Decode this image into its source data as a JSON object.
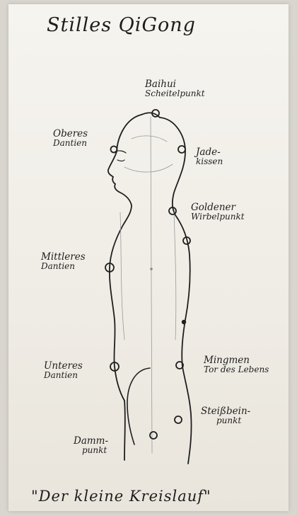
{
  "title": "Stilles QiGong",
  "caption": "\"Der kleine Kreislauf\"",
  "points": {
    "baihui": {
      "name": "Baihui",
      "sub": "Scheitelpunkt"
    },
    "oberes": {
      "name": "Oberes",
      "sub": "Dantien"
    },
    "jade": {
      "name": "Jade-",
      "sub": "kissen"
    },
    "golden": {
      "name": "Goldener",
      "sub": "Wirbelpunkt"
    },
    "mittleres": {
      "name": "Mittleres",
      "sub": "Dantien"
    },
    "unteres": {
      "name": "Unteres",
      "sub": "Dantien"
    },
    "mingmen": {
      "name": "Mingmen",
      "sub": "Tor des Lebens"
    },
    "steiss": {
      "name": "Steißbein-",
      "sub": "punkt"
    },
    "damm": {
      "name": "Damm-",
      "sub": "punkt"
    }
  },
  "colors": {
    "ink": "#1e1e1e",
    "pencil": "#9a9a9a",
    "paper": "#f3f1ec"
  }
}
